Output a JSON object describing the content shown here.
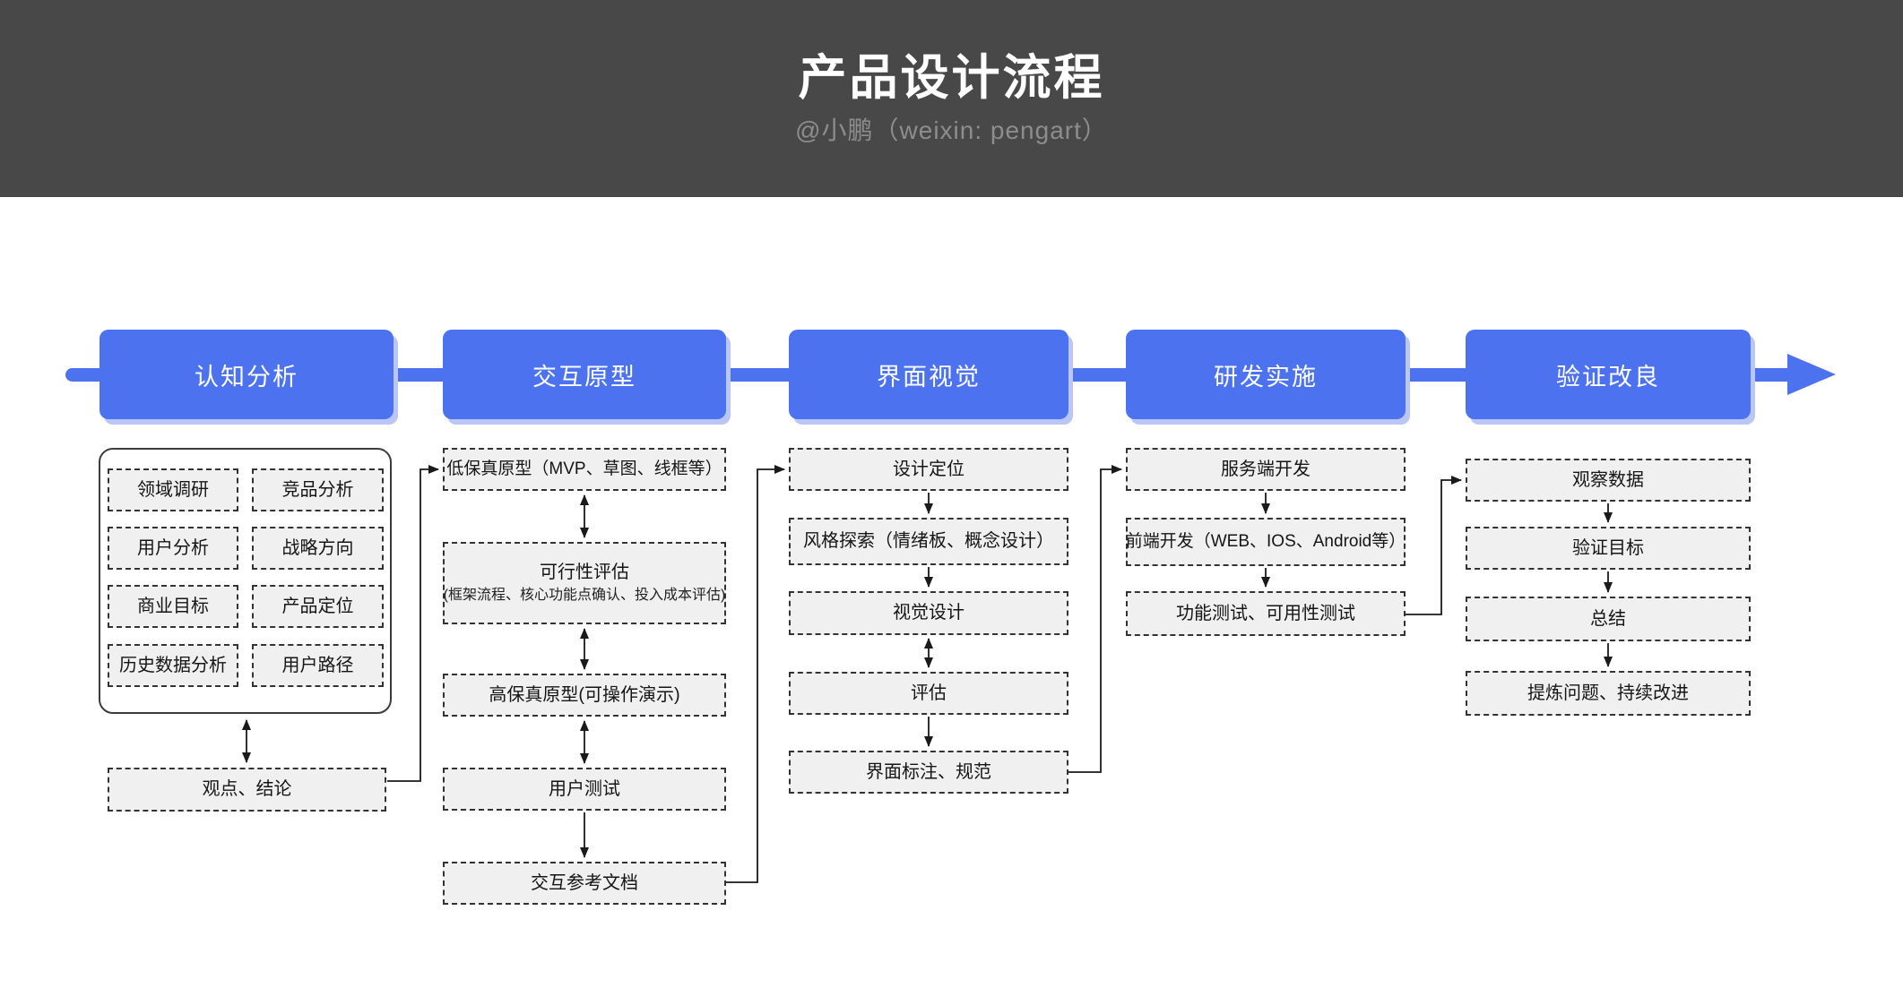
{
  "header": {
    "title": "产品设计流程",
    "subtitle": "@小鹏（weixin: pengart）"
  },
  "colors": {
    "header_bg": "#484848",
    "accent_blue": "#4d72f0",
    "stage_shadow": "#b9c6f7",
    "box_fill": "#f0f0f0",
    "box_border": "#333333",
    "subtitle_gray": "#8d8d8d"
  },
  "stages": [
    {
      "label": "认知分析"
    },
    {
      "label": "交互原型"
    },
    {
      "label": "界面视觉"
    },
    {
      "label": "研发实施"
    },
    {
      "label": "验证改良"
    }
  ],
  "columns": {
    "cognition": {
      "grid": [
        "领域调研",
        "竞品分析",
        "用户分析",
        "战略方向",
        "商业目标",
        "产品定位",
        "历史数据分析",
        "用户路径"
      ],
      "conclusion": "观点、结论"
    },
    "prototype": {
      "boxes": [
        {
          "label": "低保真原型（MVP、草图、线框等）"
        },
        {
          "label": "可行性评估",
          "sub": "(框架流程、核心功能点确认、投入成本评估)"
        },
        {
          "label": "高保真原型(可操作演示)"
        },
        {
          "label": "用户测试"
        },
        {
          "label": "交互参考文档"
        }
      ]
    },
    "visual": {
      "boxes": [
        "设计定位",
        "风格探索（情绪板、概念设计）",
        "视觉设计",
        "评估",
        "界面标注、规范"
      ]
    },
    "development": {
      "boxes": [
        "服务端开发",
        "前端开发（WEB、IOS、Android等）",
        "功能测试、可用性测试"
      ]
    },
    "validation": {
      "boxes": [
        "观察数据",
        "验证目标",
        "总结",
        "提炼问题、持续改进"
      ]
    }
  }
}
